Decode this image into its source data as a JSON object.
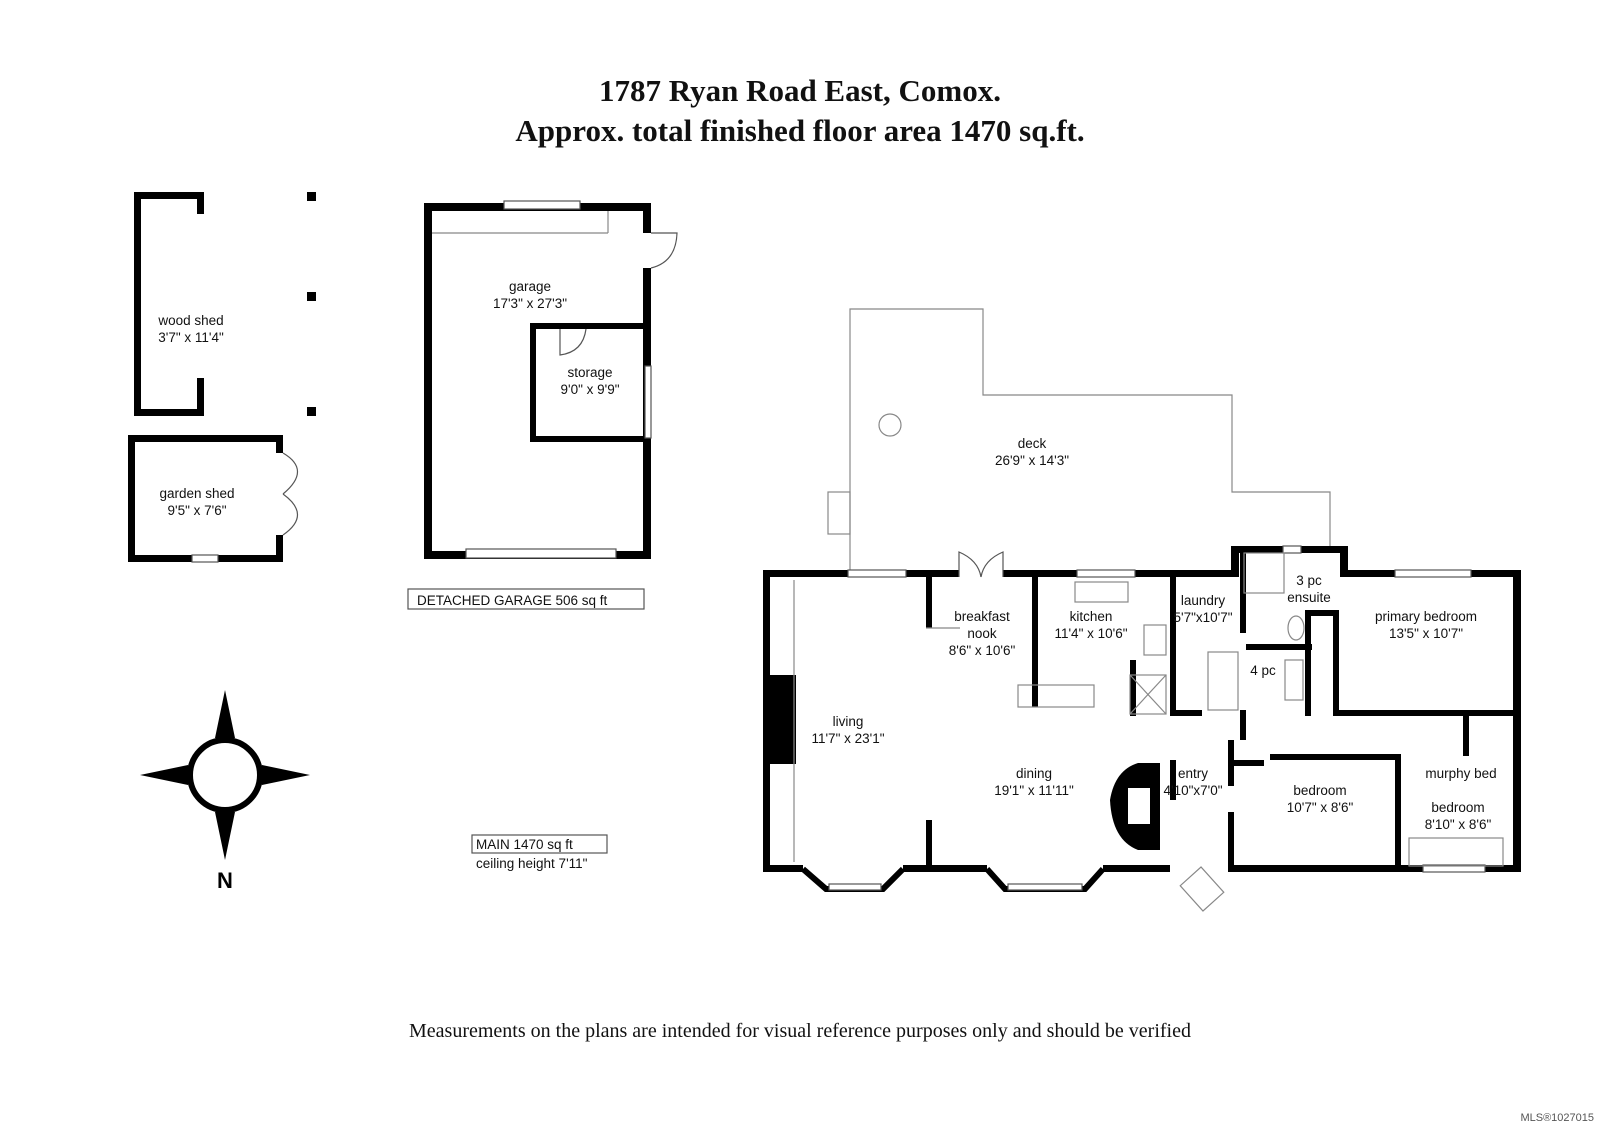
{
  "header": {
    "address": "1787 Ryan Road East, Comox.",
    "area_summary": "Approx. total finished floor area 1470 sq.ft."
  },
  "outbuildings": {
    "wood_shed": {
      "name": "wood shed",
      "dims": "3'7\" x 11'4\""
    },
    "garden_shed": {
      "name": "garden shed",
      "dims": "9'5\" x 7'6\""
    },
    "garage": {
      "name": "garage",
      "dims": "17'3\" x 27'3\""
    },
    "storage": {
      "name": "storage",
      "dims": "9'0\" x 9'9\""
    },
    "detached_label": "DETACHED GARAGE  506 sq ft"
  },
  "main_floor": {
    "summary_line1": "MAIN  1470 sq ft",
    "summary_line2": "ceiling height 7'11\"",
    "rooms": {
      "deck": {
        "name": "deck",
        "dims": "26'9\" x 14'3\""
      },
      "breakfast": {
        "name1": "breakfast",
        "name2": "nook",
        "dims": "8'6\" x 10'6\""
      },
      "kitchen": {
        "name": "kitchen",
        "dims": "11'4\" x 10'6\""
      },
      "laundry": {
        "name": "laundry",
        "dims": "5'7\"x10'7\""
      },
      "ensuite": {
        "name1": "3 pc",
        "name2": "ensuite"
      },
      "primary": {
        "name": "primary bedroom",
        "dims": "13'5\" x 10'7\""
      },
      "four_pc": {
        "name": "4 pc"
      },
      "living": {
        "name": "living",
        "dims": "11'7\" x 23'1\""
      },
      "dining": {
        "name": "dining",
        "dims": "19'1\" x 11'11\""
      },
      "entry": {
        "name": "entry",
        "dims": "4'10\"x7'0\""
      },
      "bedroom2": {
        "name": "bedroom",
        "dims": "10'7\" x 8'6\""
      },
      "bedroom3": {
        "name0": "murphy bed",
        "name": "bedroom",
        "dims": "8'10\" x 8'6\""
      }
    }
  },
  "compass": {
    "label": "N",
    "icon": "compass-rose-icon"
  },
  "disclaimer": "Measurements on the plans are intended for visual reference purposes only and should be verified",
  "mls": "MLS®1027015"
}
